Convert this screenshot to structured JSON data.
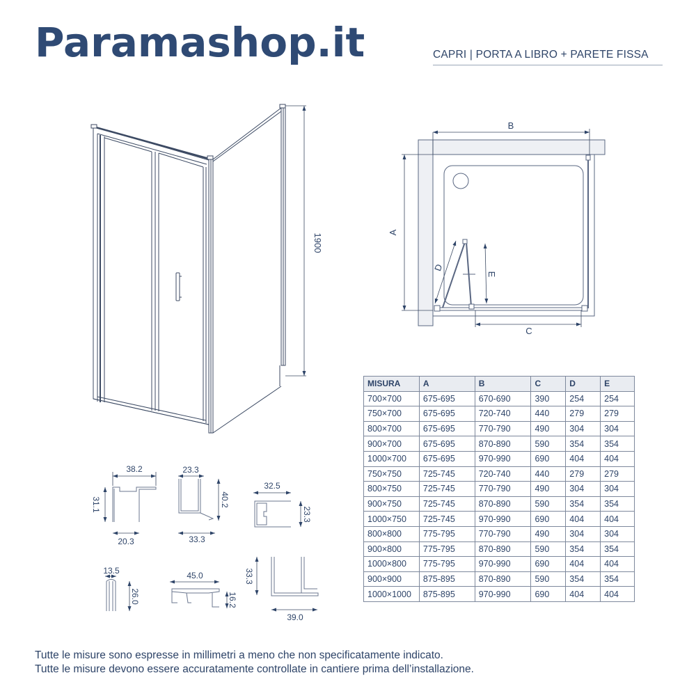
{
  "header": {
    "brand": "Paramashop.it",
    "subtitle": "CAPRI | PORTA A LIBRO + PARETE FISSA"
  },
  "perspective_drawing": {
    "height_label": "1900"
  },
  "plan_drawing": {
    "labels": {
      "a": "A",
      "b": "B",
      "c": "C",
      "d": "D",
      "e": "E"
    }
  },
  "profiles": [
    {
      "name": "profile-1",
      "dims": [
        "38.2",
        "31.1",
        "20.3"
      ]
    },
    {
      "name": "profile-2",
      "dims": [
        "23.3",
        "40.2",
        "33.3"
      ]
    },
    {
      "name": "profile-3",
      "dims": [
        "32.5",
        "23.3"
      ]
    },
    {
      "name": "profile-4",
      "dims": [
        "13.5",
        "26.0"
      ]
    },
    {
      "name": "profile-5",
      "dims": [
        "45.0",
        "16.2"
      ]
    },
    {
      "name": "profile-6",
      "dims": [
        "33.3",
        "39.0"
      ]
    }
  ],
  "table": {
    "headers": [
      "MISURA",
      "A",
      "B",
      "C",
      "D",
      "E"
    ],
    "rows": [
      [
        "700×700",
        "675-695",
        "670-690",
        "390",
        "254",
        "254"
      ],
      [
        "750×700",
        "675-695",
        "720-740",
        "440",
        "279",
        "279"
      ],
      [
        "800×700",
        "675-695",
        "770-790",
        "490",
        "304",
        "304"
      ],
      [
        "900×700",
        "675-695",
        "870-890",
        "590",
        "354",
        "354"
      ],
      [
        "1000×700",
        "675-695",
        "970-990",
        "690",
        "404",
        "404"
      ],
      [
        "750×750",
        "725-745",
        "720-740",
        "440",
        "279",
        "279"
      ],
      [
        "800×750",
        "725-745",
        "770-790",
        "490",
        "304",
        "304"
      ],
      [
        "900×750",
        "725-745",
        "870-890",
        "590",
        "354",
        "354"
      ],
      [
        "1000×750",
        "725-745",
        "970-990",
        "690",
        "404",
        "404"
      ],
      [
        "800×800",
        "775-795",
        "770-790",
        "490",
        "304",
        "304"
      ],
      [
        "900×800",
        "775-795",
        "870-890",
        "590",
        "354",
        "354"
      ],
      [
        "1000×800",
        "775-795",
        "970-990",
        "690",
        "404",
        "404"
      ],
      [
        "900×900",
        "875-895",
        "870-890",
        "590",
        "354",
        "354"
      ],
      [
        "1000×1000",
        "875-895",
        "970-990",
        "690",
        "404",
        "404"
      ]
    ]
  },
  "notes": [
    "Tutte le misure sono espresse in millimetri a meno che non specificatamente indicato.",
    "Tutte le misure devono essere accuratamente controllate in cantiere prima dell’installazione."
  ]
}
